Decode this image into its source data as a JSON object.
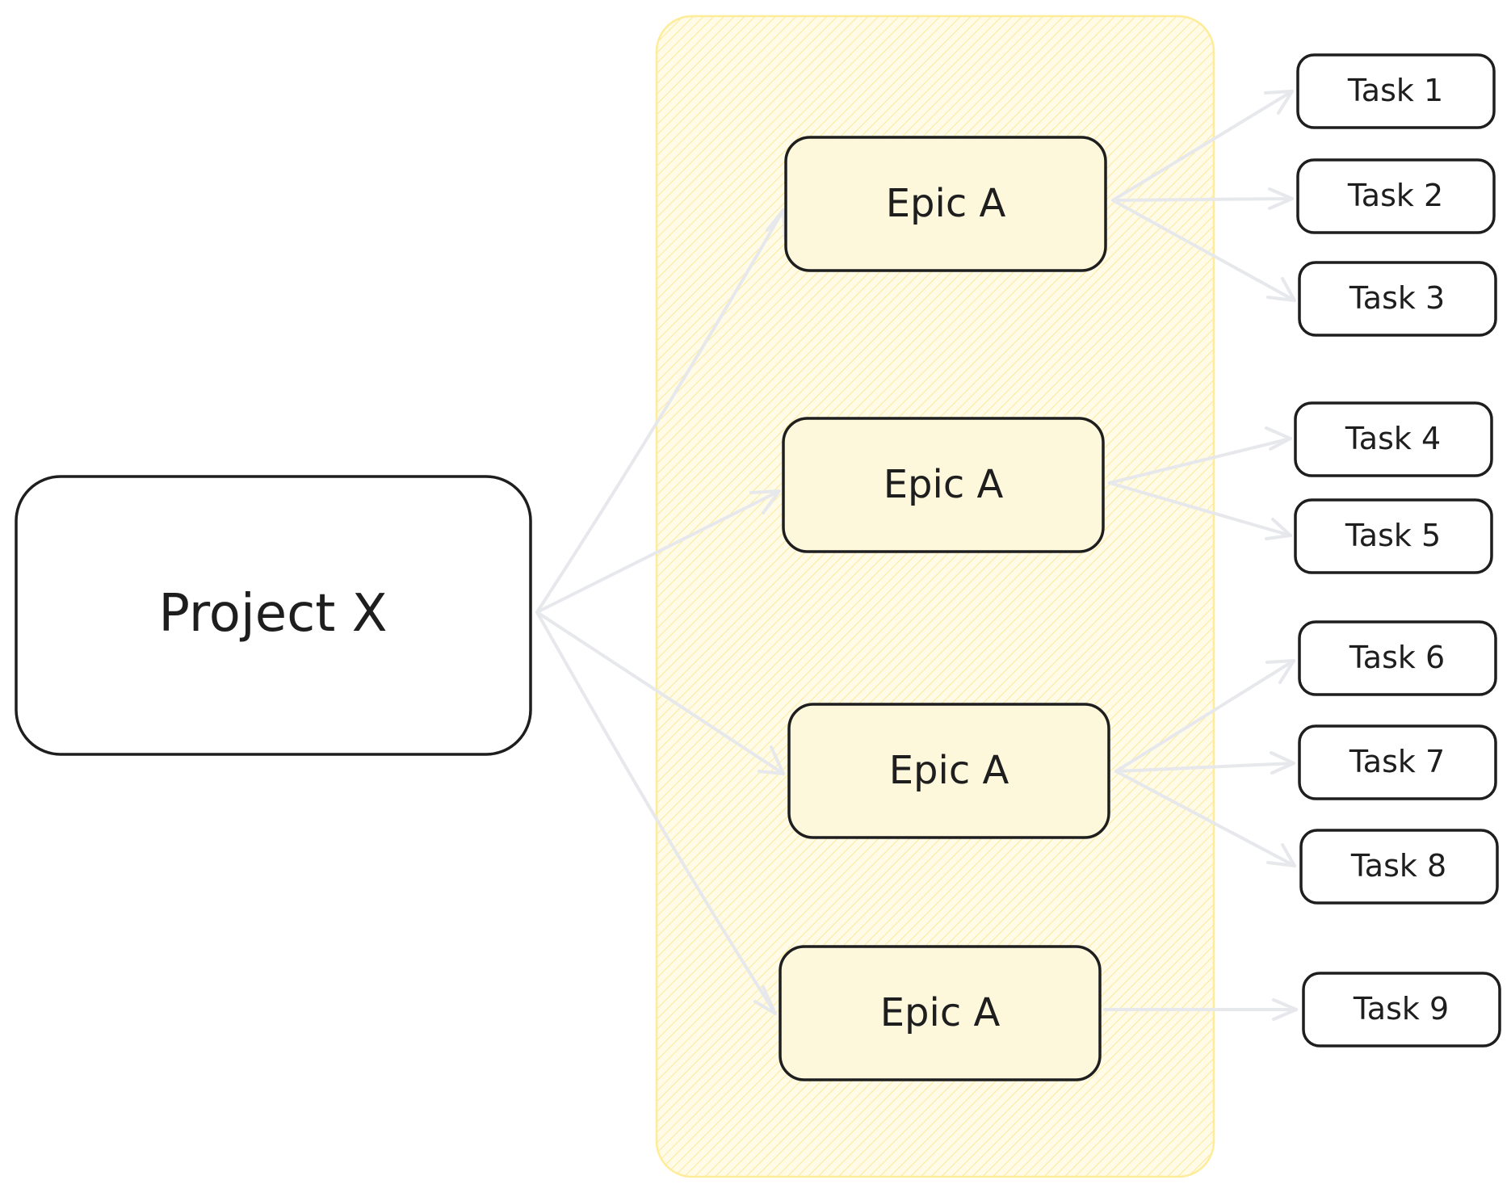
{
  "project": {
    "label": "Project X"
  },
  "group": {
    "fill_color": "#fff3bf",
    "stroke_color": "#ffec99"
  },
  "epics": [
    {
      "label": "Epic A"
    },
    {
      "label": "Epic A"
    },
    {
      "label": "Epic A"
    },
    {
      "label": "Epic A"
    }
  ],
  "tasks": [
    {
      "label": "Task 1"
    },
    {
      "label": "Task 2"
    },
    {
      "label": "Task 3"
    },
    {
      "label": "Task 4"
    },
    {
      "label": "Task 5"
    },
    {
      "label": "Task 6"
    },
    {
      "label": "Task 7"
    },
    {
      "label": "Task 8"
    },
    {
      "label": "Task 9"
    }
  ],
  "colors": {
    "stroke": "#1e1e1e",
    "arrow": "#e6e8ec",
    "group_hatch": "#fbe486"
  }
}
